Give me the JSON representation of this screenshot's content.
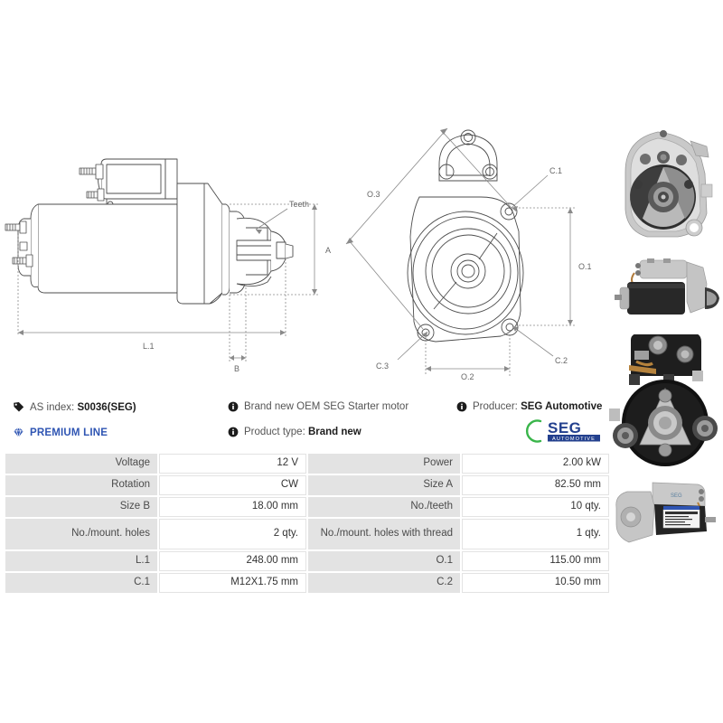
{
  "product": {
    "as_index_label": "AS index:",
    "as_index_value": "S0036(SEG)",
    "premium_line": "PREMIUM LINE",
    "description": "Brand new OEM SEG Starter motor",
    "product_type_label": "Product type:",
    "product_type_value": "Brand new",
    "producer_label": "Producer:",
    "producer_value": "SEG Automotive",
    "brand_logo_text": "SEG",
    "brand_logo_sub": "AUTOMOTIVE"
  },
  "colors": {
    "premium_blue": "#2f55b3",
    "logo_navy": "#23408e",
    "logo_green": "#39b54a",
    "label_bg": "#e3e3e3",
    "text_dark": "#1c1c1c",
    "text_muted": "#555555",
    "drawing_line": "#4d4d4d"
  },
  "drawings": {
    "side_view": {
      "name": "starter-motor-side-view",
      "labels": [
        "Teeth",
        "A",
        "B",
        "L.1"
      ]
    },
    "front_view": {
      "name": "starter-motor-mounting-flange-view",
      "labels": [
        "O.3",
        "C.1",
        "O.1",
        "C.2",
        "O.2",
        "C.3"
      ]
    }
  },
  "photos": [
    {
      "name": "photo-drive-end-front",
      "caption": ""
    },
    {
      "name": "photo-full-side-profile",
      "caption": ""
    },
    {
      "name": "photo-solenoid-terminals-front",
      "caption": ""
    },
    {
      "name": "photo-full-angled-with-label",
      "caption": ""
    }
  ],
  "specs": {
    "rows": [
      {
        "label_left": "Voltage",
        "value_left": "12 V",
        "label_right": "Power",
        "value_right": "2.00 kW",
        "tall": false
      },
      {
        "label_left": "Rotation",
        "value_left": "CW",
        "label_right": "Size A",
        "value_right": "82.50 mm",
        "tall": false
      },
      {
        "label_left": "Size B",
        "value_left": "18.00 mm",
        "label_right": "No./teeth",
        "value_right": "10 qty.",
        "tall": false
      },
      {
        "label_left": "No./mount. holes",
        "value_left": "2 qty.",
        "label_right": "No./mount. holes with thread",
        "value_right": "1 qty.",
        "tall": true
      },
      {
        "label_left": "L.1",
        "value_left": "248.00 mm",
        "label_right": "O.1",
        "value_right": "115.00 mm",
        "tall": false
      },
      {
        "label_left": "C.1",
        "value_left": "M12X1.75 mm",
        "label_right": "C.2",
        "value_right": "10.50 mm",
        "tall": false
      }
    ]
  }
}
